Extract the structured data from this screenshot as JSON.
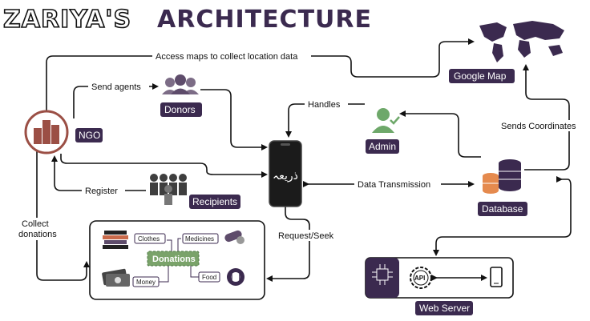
{
  "title": {
    "part1": "ZARIYA'S",
    "part2": "ARCHITECTURE"
  },
  "nodes": {
    "ngo": "NGO",
    "donors": "Donors",
    "recipients": "Recipients",
    "admin": "Admin",
    "google_map": "Google Map",
    "database": "Database",
    "web_server": "Web Server",
    "app_logo_text": "ذریعہ"
  },
  "edges": {
    "access_maps": "Access maps to collect location data",
    "send_agents": "Send agents",
    "register": "Register",
    "collect_donations_1": "Collect",
    "collect_donations_2": "donations",
    "handles": "Handles",
    "data_transmission": "Data Transmission",
    "sends_coordinates": "Sends Coordinates",
    "request_seek": "Request/Seek"
  },
  "donations": {
    "center": "Donations",
    "items": {
      "clothes": "Clothes",
      "medicines": "Medicines",
      "money": "Money",
      "food": "Food"
    }
  },
  "web_server_icons": {
    "api": "API"
  },
  "colors": {
    "brand": "#3b2a4f",
    "accent_green": "#6ea86a",
    "db_orange": "#e58a4e",
    "ngo_brown": "#9b4f45"
  }
}
